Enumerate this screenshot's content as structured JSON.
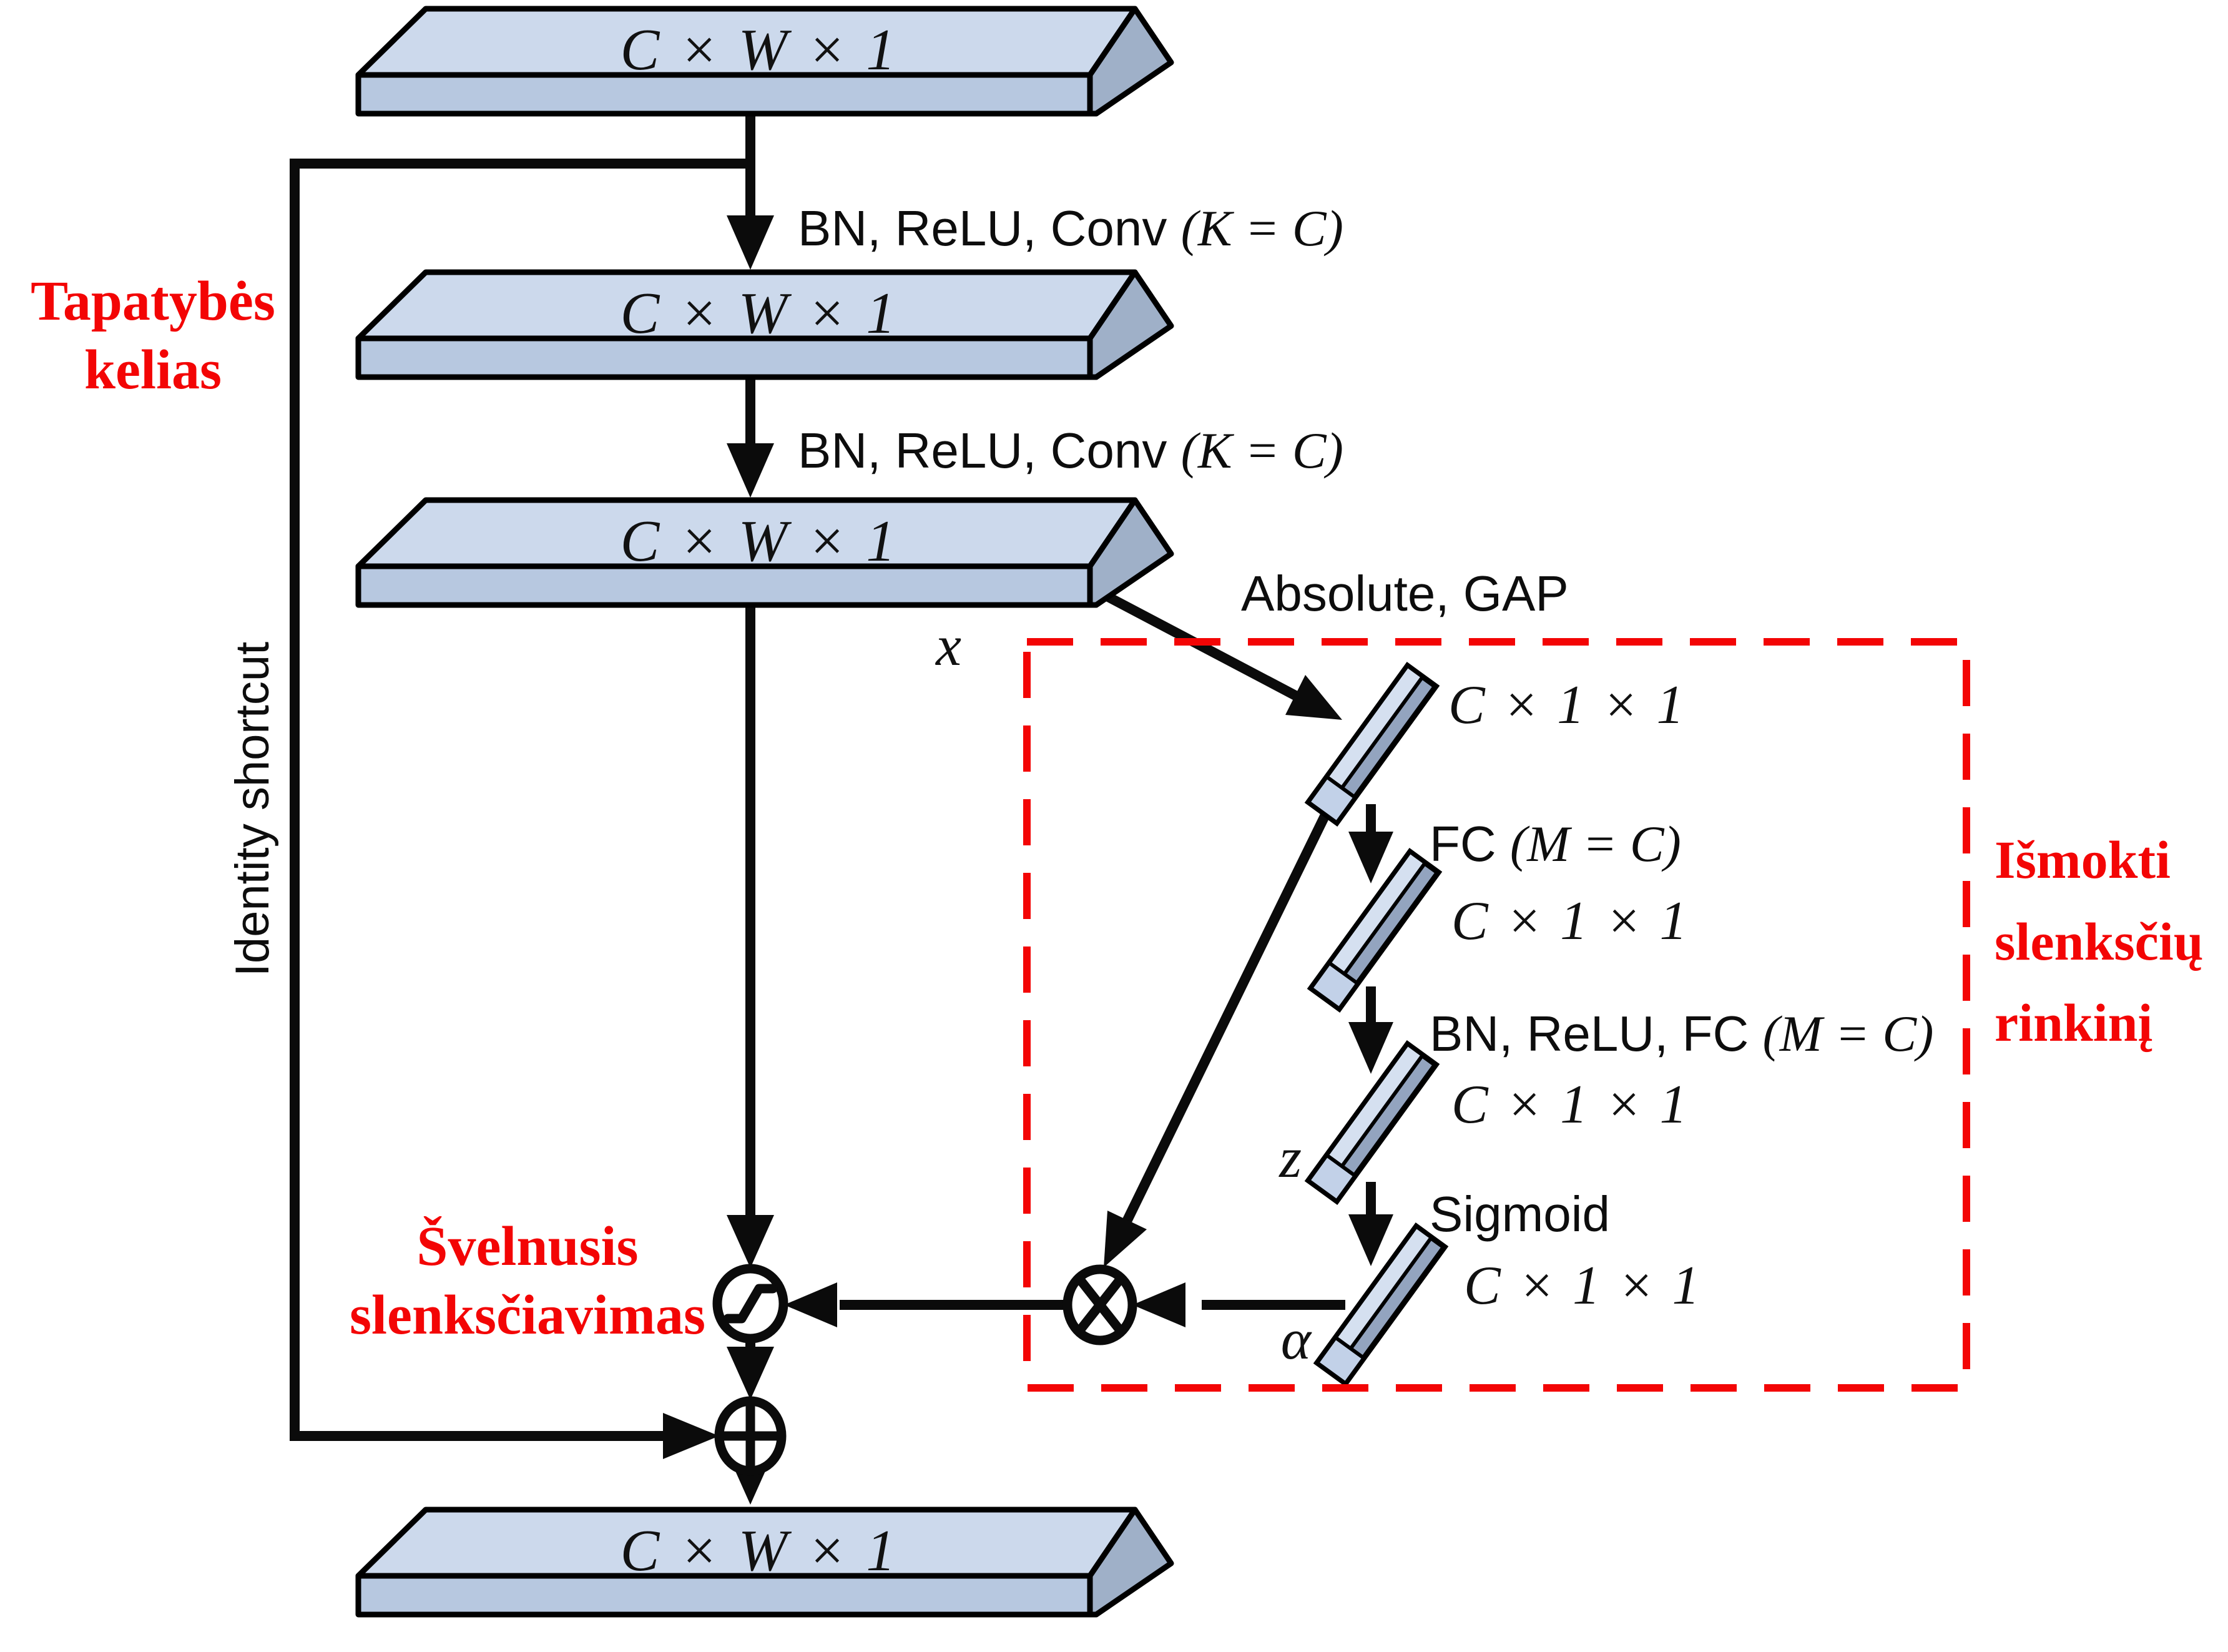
{
  "figure": {
    "slabs": {
      "input": "C × W × 1",
      "after_conv1": "C × W × 1",
      "after_conv2": "C × W × 1",
      "output": "C × W × 1"
    },
    "vectors": {
      "gap_out": "C × 1 × 1",
      "fc1_out": "C × 1 × 1",
      "fc2_out": "C × 1 × 1",
      "sigmoid_out": "C × 1 × 1"
    },
    "ops": {
      "conv1_text": "BN, ReLU, Conv ",
      "conv1_math": "(K = C)",
      "conv2_text": "BN, ReLU, Conv ",
      "conv2_math": "(K = C)",
      "gap": "Absolute, GAP",
      "fc1_text": "FC ",
      "fc1_math": "(M = C)",
      "fc2_text": "BN, ReLU, FC ",
      "fc2_math": "(M = C)",
      "sigmoid": "Sigmoid"
    },
    "vars": {
      "x": "x",
      "z": "z",
      "alpha": "α"
    },
    "annotations": {
      "identity_path_line1": "Tapatybės",
      "identity_path_line2": "kelias",
      "identity_shortcut": "Identity shortcut",
      "soft_threshold_line1": "Švelnusis",
      "soft_threshold_line2": "slenksčiavimas",
      "learned_thresholds_line1": "Išmokti",
      "learned_thresholds_line2": "slenksčių",
      "learned_thresholds_line3": "rinkinį"
    }
  },
  "colors": {
    "annotation_red": "#f30505",
    "dashed_box_red": "#f30505",
    "slab_top": "#ccd9ec",
    "slab_front": "#b7c8e0",
    "slab_side": "#9fb0c8",
    "bar_highlight": "#d5e0f0",
    "bar_shade": "#93a4bf",
    "bar_cap": "#c2d1e8",
    "outline": "#000000"
  }
}
